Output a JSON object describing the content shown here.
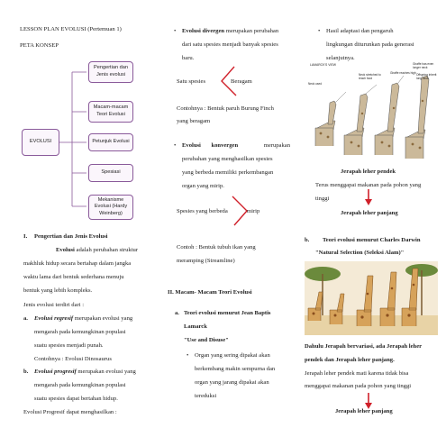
{
  "col1": {
    "title": "LESSON PLAN EVOLUSI (Pertemuan 1)",
    "subtitle": "PETA KONSEP",
    "concept_map": {
      "center": "EVOLUSI",
      "branches": [
        "Pengertian dan Jenis evolusi",
        "Macam-macam Teori Evolusi",
        "Petunjuk Evolusi",
        "Spesiasi",
        "Mekanisme Evolusi (Hardy Weinberg)"
      ]
    },
    "sec1_num": "I.",
    "sec1_title": "Pengertian dan Jenis Evolusi",
    "para1_bold": "Evolusi",
    "para1_l1": "adalah perubahan struktur",
    "para1_l2": "makhluk hidup secara bertahap dalam jangka",
    "para1_l3": "waktu lama dari bentuk sederhana menuju",
    "para1_l4": "bentuk yang lebih kompleks.",
    "jenis": "Jenis evolusi terdiri dari :",
    "a_label": "a.",
    "a_term": "Evolusi regresif",
    "a_l1": "merupakan evolusi yang",
    "a_l2": "mengarah pada kemungkinan populasi",
    "a_l3": "suatu spesies menjadi punah.",
    "a_ex": "Contohnya : Evolusi Dinosaurus",
    "b_label": "b.",
    "b_term": "Evolusi progresif",
    "b_l1": "merupakan evolusi yang",
    "b_l2": "mengarah pada kemungkinan populasi",
    "b_l3": "suatu spesies dapat bertahan hidup.",
    "closing": "Evolusi Progresif dapat menghasilkan :"
  },
  "col2": {
    "div_term": "Evolusi divergen",
    "div_l1": "merupakan perubahan",
    "div_l2": "dari satu spesies menjadi banyak spesies",
    "div_l3": "baru.",
    "div_left": "Satu spesies",
    "div_right": "Beragam",
    "div_ex1": "Contohnya : Bentuk paruh Burung Finch",
    "div_ex2": "yang beragam",
    "kon_term1": "Evolusi",
    "kon_term2": "konvergen",
    "kon_l0": "merupakan",
    "kon_l1": "perubahan yang menghasilkan spesies",
    "kon_l2": "yang berbeda memiliki perkembangan",
    "kon_l3": "organ yang mirip.",
    "kon_left": "Spesies yang berbeda",
    "kon_right": "mirip",
    "kon_ex1": "Contoh : Bentuk tubuh ikan yang",
    "kon_ex2": "meramping (Streamline)",
    "sec2": "II.  Macam- Macam Teori Evolusi",
    "a_label": "a.",
    "a_title1": "Teori evolusi menurut Jean Baptis",
    "a_title2": "Lamarck",
    "a_quote": "\"Use and Disuse\"",
    "a_b1": "Organ yang sering dipakai akan",
    "a_b2": "berkembang makin sempurna dan",
    "a_b3": "organ yang jarang dipakai akan",
    "a_b4": "tereduksi"
  },
  "col3": {
    "hasil_l1": "Hasil adaptasi dan pengaruh",
    "hasil_l2": "lingkungan diturunkan pada generasi",
    "hasil_l3": "selanjutnya.",
    "fig_labels": [
      "LAMARCK'S VIEW",
      "Neck stretched to reach food",
      "Giraffe reaches high",
      "Giraffe has even longer neck",
      "Offspring inherit long neck",
      "Neck used"
    ],
    "pendek": "Jerapah leher pendek",
    "makan": "Terus menggapai makanan pada pohon yang",
    "tinggi": "tinggi",
    "panjang1": "Jerapah leher panjang",
    "b_label": "b.",
    "b_title": "Teori evolusi menurut Charles Darwin",
    "b_quote": "\"Natural Selection (Seleksi Alam)\"",
    "darwin1": "Dahulu Jerapah bervariasi, ada Jerapah leher",
    "darwin2": "pendek dan Jerapah leher panjang.",
    "darwin3": "Jerapah leher pendek mati karena tidak bisa",
    "darwin4": "menggapai makanan pada pohon yang tinggi",
    "panjang2": "Jerapah leher panjang"
  },
  "colors": {
    "map_border": "#8a5a9a",
    "arrow": "#d0202a",
    "text": "#222222"
  }
}
